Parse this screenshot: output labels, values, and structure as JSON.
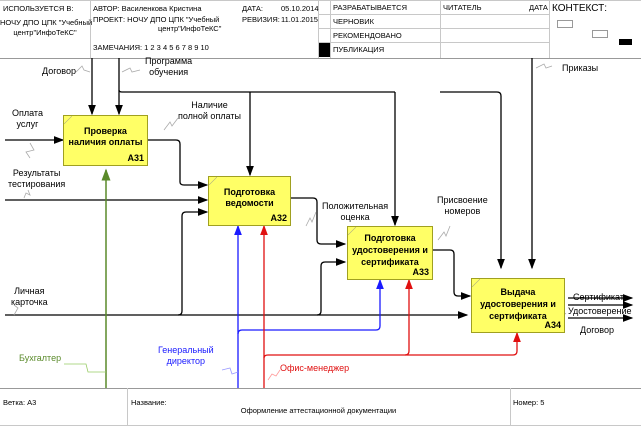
{
  "header": {
    "used_in_label": "ИСПОЛЬЗУЕТСЯ В:",
    "used_in_value_line1": "НОЧУ ДПО ЦПК \"Учебный",
    "used_in_value_line2": "центр\"ИнфоТеКС\"",
    "author_label": "АВТОР: Василенкова Кристина",
    "date_label": "ДАТА:",
    "date_value": "05.10.2014",
    "project_label": "ПРОЕКТ: НОЧУ ДПО ЦПК \"Учебный",
    "project_line2": "центр\"ИнфоТеКС\"",
    "revision_label": "РЕВИЗИЯ:",
    "revision_value": "11.01.2015",
    "notes_label": "ЗАМЕЧАНИЯ: 1 2 3 4 5 6 7 8 9 10",
    "status": [
      "РАЗРАБАТЫВАЕТСЯ",
      "ЧЕРНОВИК",
      "РЕКОМЕНДОВАНО",
      "ПУБЛИКАЦИЯ"
    ],
    "reader_label": "ЧИТАТЕЛЬ",
    "reader_date_label": "ДАТА",
    "context_label": "КОНТЕКСТ:"
  },
  "diagram": {
    "boxes": [
      {
        "id": "A31",
        "line1": "Проверка",
        "line2": "наличия оплаты",
        "line3": ""
      },
      {
        "id": "A32",
        "line1": "Подготовка",
        "line2": "ведомости",
        "line3": ""
      },
      {
        "id": "A33",
        "line1": "Подготовка",
        "line2": "удостоверения и",
        "line3": "сертификата"
      },
      {
        "id": "A34",
        "line1": "Выдача",
        "line2": "удостоверения и",
        "line3": "сертификата"
      }
    ],
    "arrows": {
      "contract": "Договор",
      "program_l1": "Программа",
      "program_l2": "обучения",
      "orders": "Приказы",
      "payment_l1": "Оплата",
      "payment_l2": "услуг",
      "full_payment_l1": "Наличие",
      "full_payment_l2": "полной оплаты",
      "test_results_l1": "Результаты",
      "test_results_l2": "тестирования",
      "positive_l1": "Положительная",
      "positive_l2": "оценка",
      "numbering_l1": "Присвоение",
      "numbering_l2": "номеров",
      "personal_card_l1": "Личная",
      "personal_card_l2": "карточка",
      "accountant": "Бухгалтер",
      "director_l1": "Генеральный",
      "director_l2": "директор",
      "office_manager": "Офис-менеджер",
      "certificate": "Сертификат",
      "license": "Удостоверение",
      "contract_out": "Договор"
    },
    "colors": {
      "box_fill": "#ffff66",
      "accountant": "#5a8a2a",
      "director": "#1a1aff",
      "office_manager": "#e01010",
      "arrow": "#000000"
    }
  },
  "footer": {
    "node_label": "Ветка: А3",
    "title_label": "Название:",
    "title_value": "Оформление аттестационной документации",
    "number_label": "Номер: 5"
  }
}
